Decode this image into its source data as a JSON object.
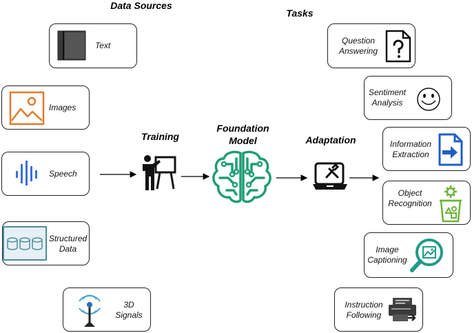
{
  "headings": {
    "data_sources": "Data Sources",
    "tasks": "Tasks",
    "training": "Training",
    "foundation_model_line1": "Foundation",
    "foundation_model_line2": "Model",
    "adaptation": "Adaptation"
  },
  "sources": [
    {
      "icon": "book-icon",
      "label": "Text"
    },
    {
      "icon": "image-icon",
      "label": "Images"
    },
    {
      "icon": "waveform-icon",
      "label": "Speech"
    },
    {
      "icon": "database-icon",
      "label_line1": "Structured",
      "label_line2": "Data"
    },
    {
      "icon": "antenna-icon",
      "label_line1": "3D",
      "label_line2": "Signals"
    }
  ],
  "tasks": [
    {
      "icon": "question-document-icon",
      "label_line1": "Question",
      "label_line2": "Answering"
    },
    {
      "icon": "smiley-icon",
      "label_line1": "Sentiment",
      "label_line2": "Analysis"
    },
    {
      "icon": "document-arrow-icon",
      "label_line1": "Information",
      "label_line2": "Extraction"
    },
    {
      "icon": "recycle-bin-icon",
      "label_line1": "Object",
      "label_line2": "Recognition"
    },
    {
      "icon": "magnifier-image-icon",
      "label_line1": "Image",
      "label_line2": "Captioning"
    },
    {
      "icon": "printer-icon",
      "label_line1": "Instruction",
      "label_line2": "Following"
    }
  ],
  "colors": {
    "image_orange": "#e07b2e",
    "speech_blue": "#3b6fd8",
    "structured_teal": "#4d8ca0",
    "brain_green": "#1e9e72",
    "info_blue": "#1f5fc4",
    "recog_green": "#6bb33a",
    "caption_teal": "#1f9a8a"
  }
}
